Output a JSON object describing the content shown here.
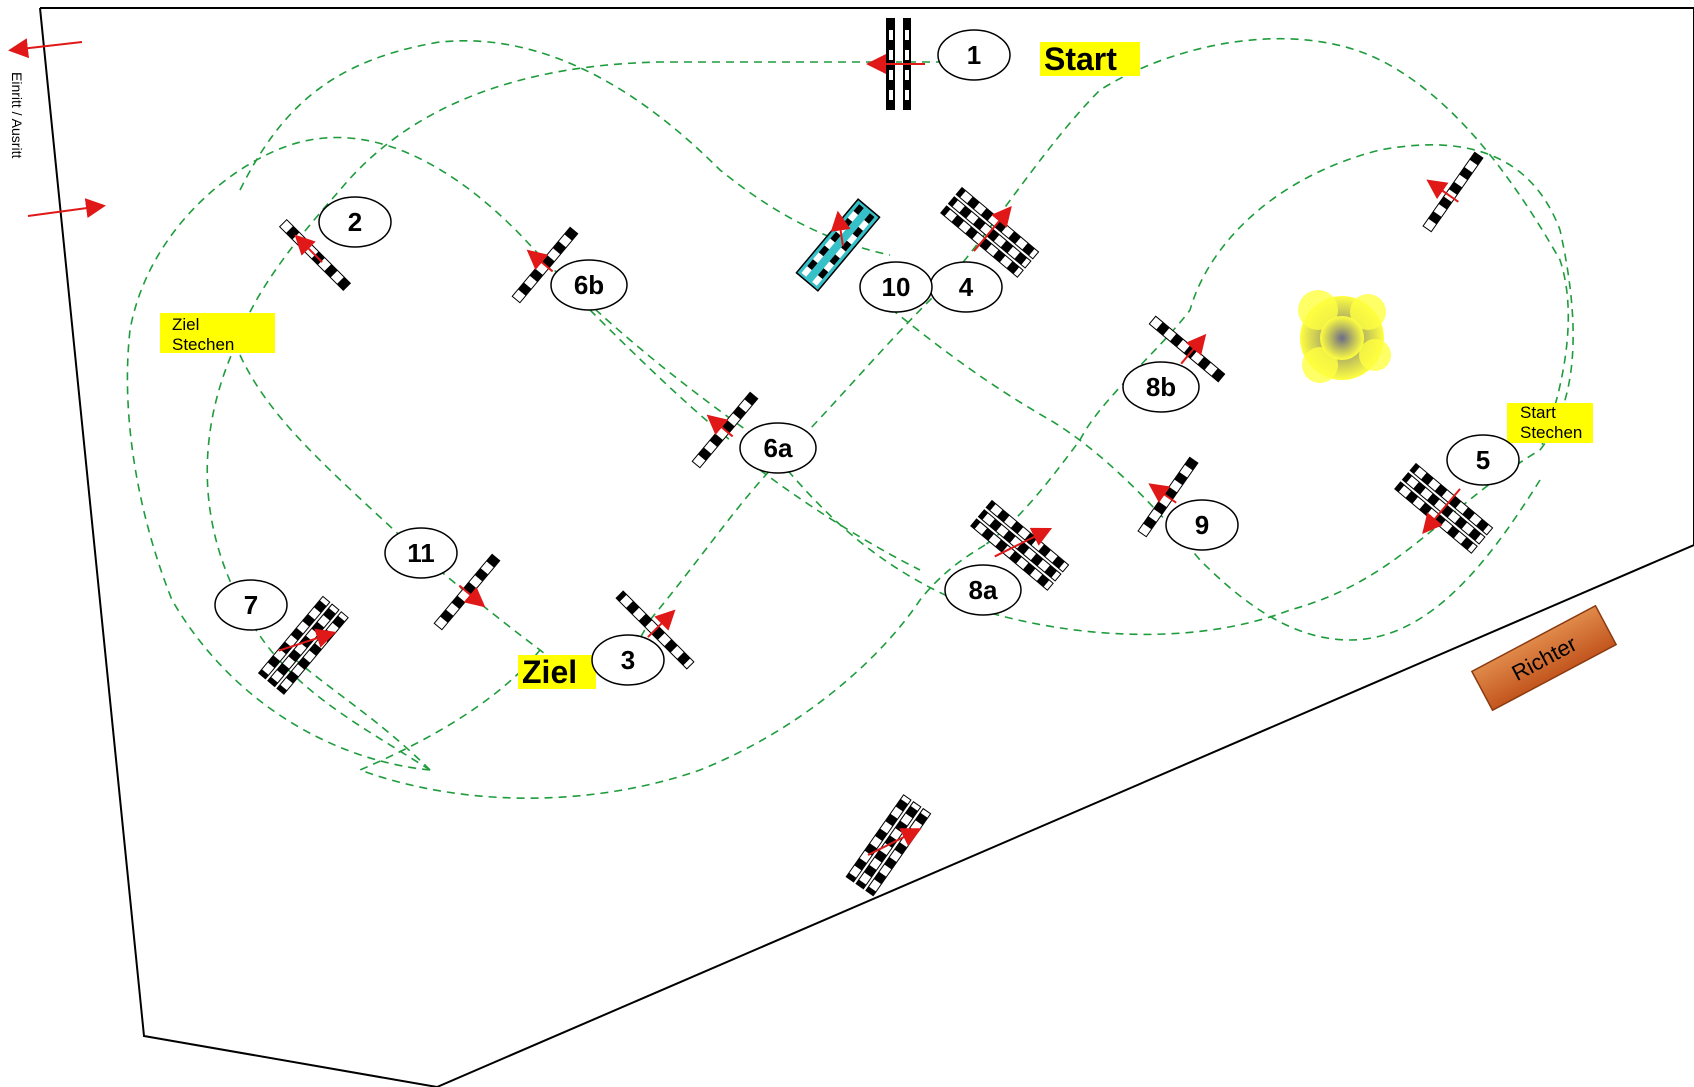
{
  "entry_label": "Einritt / Ausritt",
  "start_label": "Start",
  "finish_label": "Ziel",
  "jumpoff_start_label": [
    "Start",
    "Stechen"
  ],
  "jumpoff_finish_label": [
    "Ziel",
    "Stechen"
  ],
  "judge_label": "Richter",
  "obstacles": [
    {
      "id": "1",
      "label": "1"
    },
    {
      "id": "2",
      "label": "2"
    },
    {
      "id": "3",
      "label": "3"
    },
    {
      "id": "4",
      "label": "4"
    },
    {
      "id": "5",
      "label": "5"
    },
    {
      "id": "6a",
      "label": "6a"
    },
    {
      "id": "6b",
      "label": "6b"
    },
    {
      "id": "7",
      "label": "7"
    },
    {
      "id": "8a",
      "label": "8a"
    },
    {
      "id": "8b",
      "label": "8b"
    },
    {
      "id": "9",
      "label": "9"
    },
    {
      "id": "10",
      "label": "10"
    },
    {
      "id": "11",
      "label": "11"
    }
  ],
  "colors": {
    "path": "#1e9c3c",
    "arrow": "#e01818",
    "highlight": "#ffff00",
    "judge_box": "#d2691e",
    "water": "#36c0c8",
    "arena_border": "#000000"
  }
}
